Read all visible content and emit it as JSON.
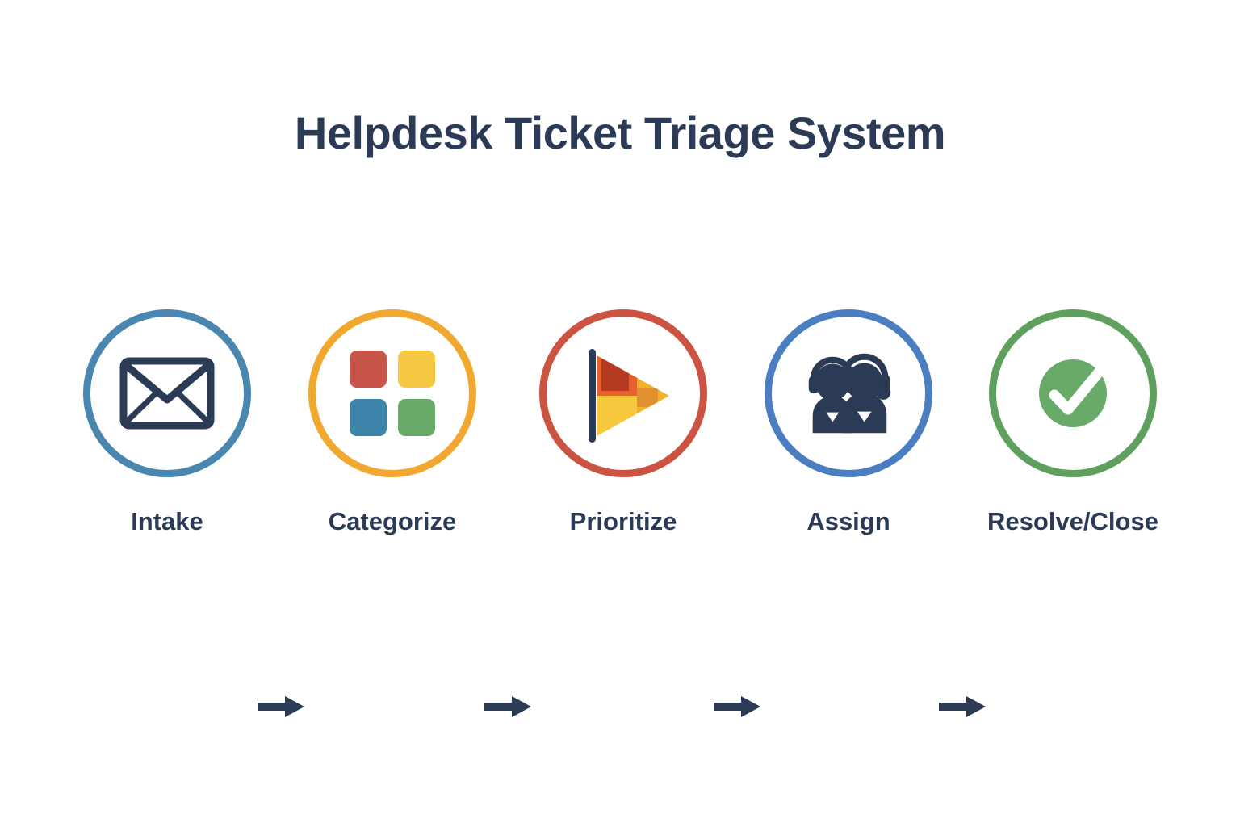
{
  "diagram": {
    "title": "Helpdesk Ticket Triage System",
    "type": "horizontal-process-flow",
    "background_color": "#ffffff",
    "title_color": "#2b3a55",
    "label_color": "#2b3a55",
    "arrow_color": "#2b3a55",
    "step_count": 5,
    "steps": [
      {
        "label": "Intake",
        "icon": "envelope-icon",
        "ring_color": "#4a87b0",
        "icon_color": "#2b3a55"
      },
      {
        "label": "Categorize",
        "icon": "four-squares-grid-icon",
        "ring_color": "#f0a830",
        "square_colors": [
          "#c9544a",
          "#f7c843",
          "#3d84ab",
          "#68ab68"
        ]
      },
      {
        "label": "Prioritize",
        "icon": "flag-icon",
        "ring_color": "#cc5341",
        "flag_colors": [
          "#f3a42b",
          "#e8612c",
          "#b53a22",
          "#f6c githubs"
        ],
        "pole_color": "#2b3a55"
      },
      {
        "label": "Assign",
        "icon": "support-agents-icon",
        "ring_color": "#4a7ec0",
        "icon_color": "#2b3a55"
      },
      {
        "label": "Resolve/Close",
        "icon": "check-circle-icon",
        "ring_color": "#5fa05f",
        "icon_color": "#68ab68",
        "check_color": "#ffffff"
      }
    ],
    "connectors": [
      {
        "name": "arrow-intake-to-categorize",
        "glyph": "arrow-right-icon"
      },
      {
        "name": "arrow-categorize-to-prioritize",
        "glyph": "arrow-right-icon"
      },
      {
        "name": "arrow-prioritize-to-assign",
        "glyph": "arrow-right-icon"
      },
      {
        "name": "arrow-assign-to-resolve",
        "glyph": "arrow-right-icon"
      }
    ]
  }
}
